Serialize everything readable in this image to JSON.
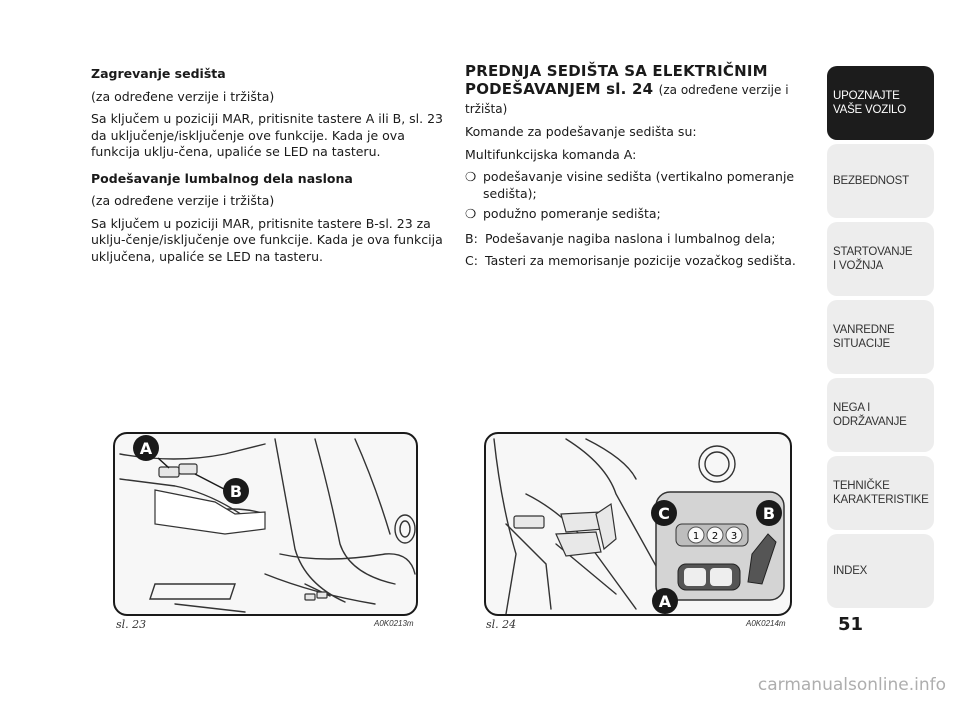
{
  "left": {
    "heading1": "Zagrevanje sedišta",
    "note1": "(za određene verzije i tržišta)",
    "para1": "Sa ključem u poziciji MAR, pritisnite tastere A ili B,  sl. 23 da uključenje/isključenje ove funkcije. Kada je ova funkcija uklju-čena, upaliće se LED na tasteru.",
    "heading2": "Podešavanje lumbalnog dela naslona",
    "note2": "(za određene verzije i tržišta)",
    "para2": "Sa ključem u poziciji MAR, pritisnite tastere B-sl. 23 za uklju-čenje/isključenje ove funkcije. Kada je ova funkcija uključena, upaliće se LED na tasteru."
  },
  "right": {
    "title_line1": "PREDNJA SEDIŠTA SA ELEKTRIČNIM",
    "title_line2": "PODEŠAVANJEM sl. 24",
    "title_note": "(za određene verzije i tržišta)",
    "intro": "Komande za podešavanje sedišta su:",
    "multi": "Multifunkcijska komanda A:",
    "bullet_marker": "❍",
    "bullets": [
      "podešavanje visine sedišta (vertikalno pomeranje sedišta);",
      "podužno pomeranje sedišta;"
    ],
    "items": [
      {
        "key": "B:",
        "text": "Podešavanje nagiba naslona i lumbalnog dela;"
      },
      {
        "key": "C:",
        "text": "Tasteri za memorisanje pozicije vozačkog sedišta."
      }
    ]
  },
  "figures": {
    "fig23": {
      "caption": "sl. 23",
      "code": "A0K0213m",
      "labels": [
        "A",
        "B"
      ]
    },
    "fig24": {
      "caption": "sl. 24",
      "code": "A0K0214m",
      "labels": [
        "C",
        "B",
        "A"
      ],
      "memory_buttons": [
        "1",
        "2",
        "3"
      ]
    }
  },
  "sidebar": {
    "tabs": [
      {
        "label": "UPOZNAJTE\nVAŠE VOZILO",
        "active": true
      },
      {
        "label": "BEZBEDNOST",
        "active": false
      },
      {
        "label": "STARTOVANJE\nI VOŽNJA",
        "active": false
      },
      {
        "label": "VANREDNE\nSITUACIJE",
        "active": false
      },
      {
        "label": "NEGA I\nODRŽAVANJE",
        "active": false
      },
      {
        "label": "TEHNIČKE\nKARAKTERISTIKE",
        "active": false
      },
      {
        "label": "INDEX",
        "active": false
      }
    ]
  },
  "page_number": "51",
  "watermark": "carmanualsonline.info"
}
